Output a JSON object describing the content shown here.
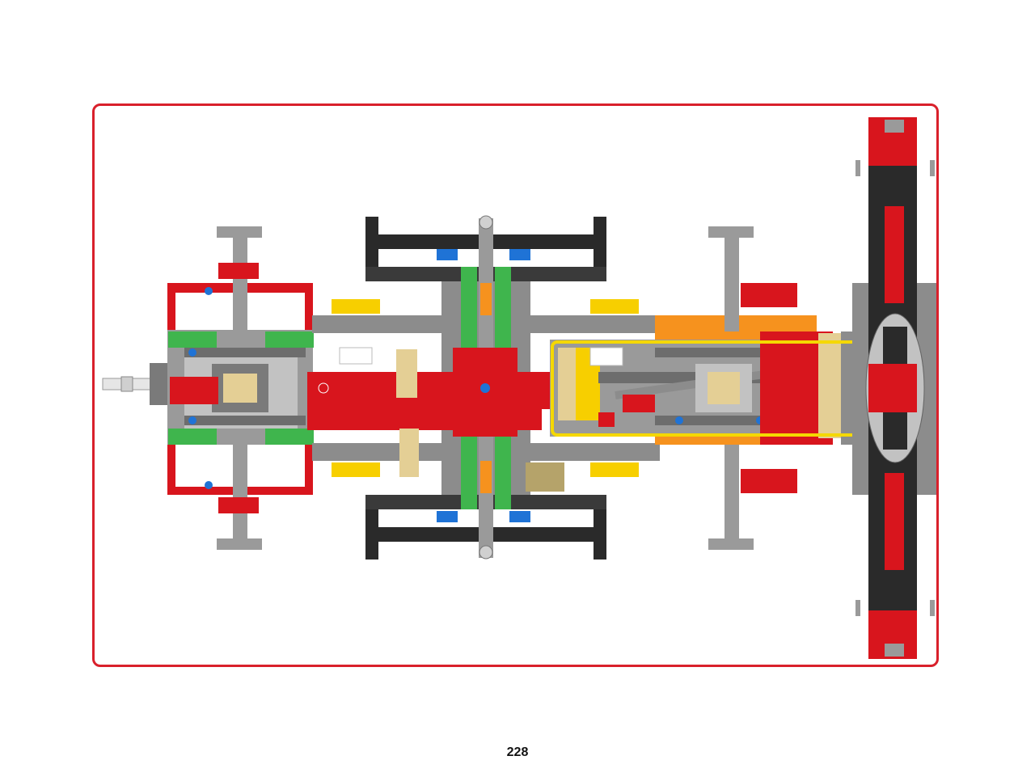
{
  "page": {
    "number": "228"
  },
  "colors": {
    "frame": "#d9202b",
    "highlight": "#f5d800",
    "red": "#d8151d",
    "gray": "#8c8c8c",
    "light_gray": "#c2c2c2",
    "dark": "#2a2a2a",
    "green": "#3fb54d",
    "yellow": "#f7cf00",
    "orange": "#f6921e",
    "blue": "#1f73d6",
    "tan": "#e4cf95"
  },
  "figure": {
    "subject": "technic-chassis-top-view",
    "highlighted_area": "transmission-assembly"
  }
}
